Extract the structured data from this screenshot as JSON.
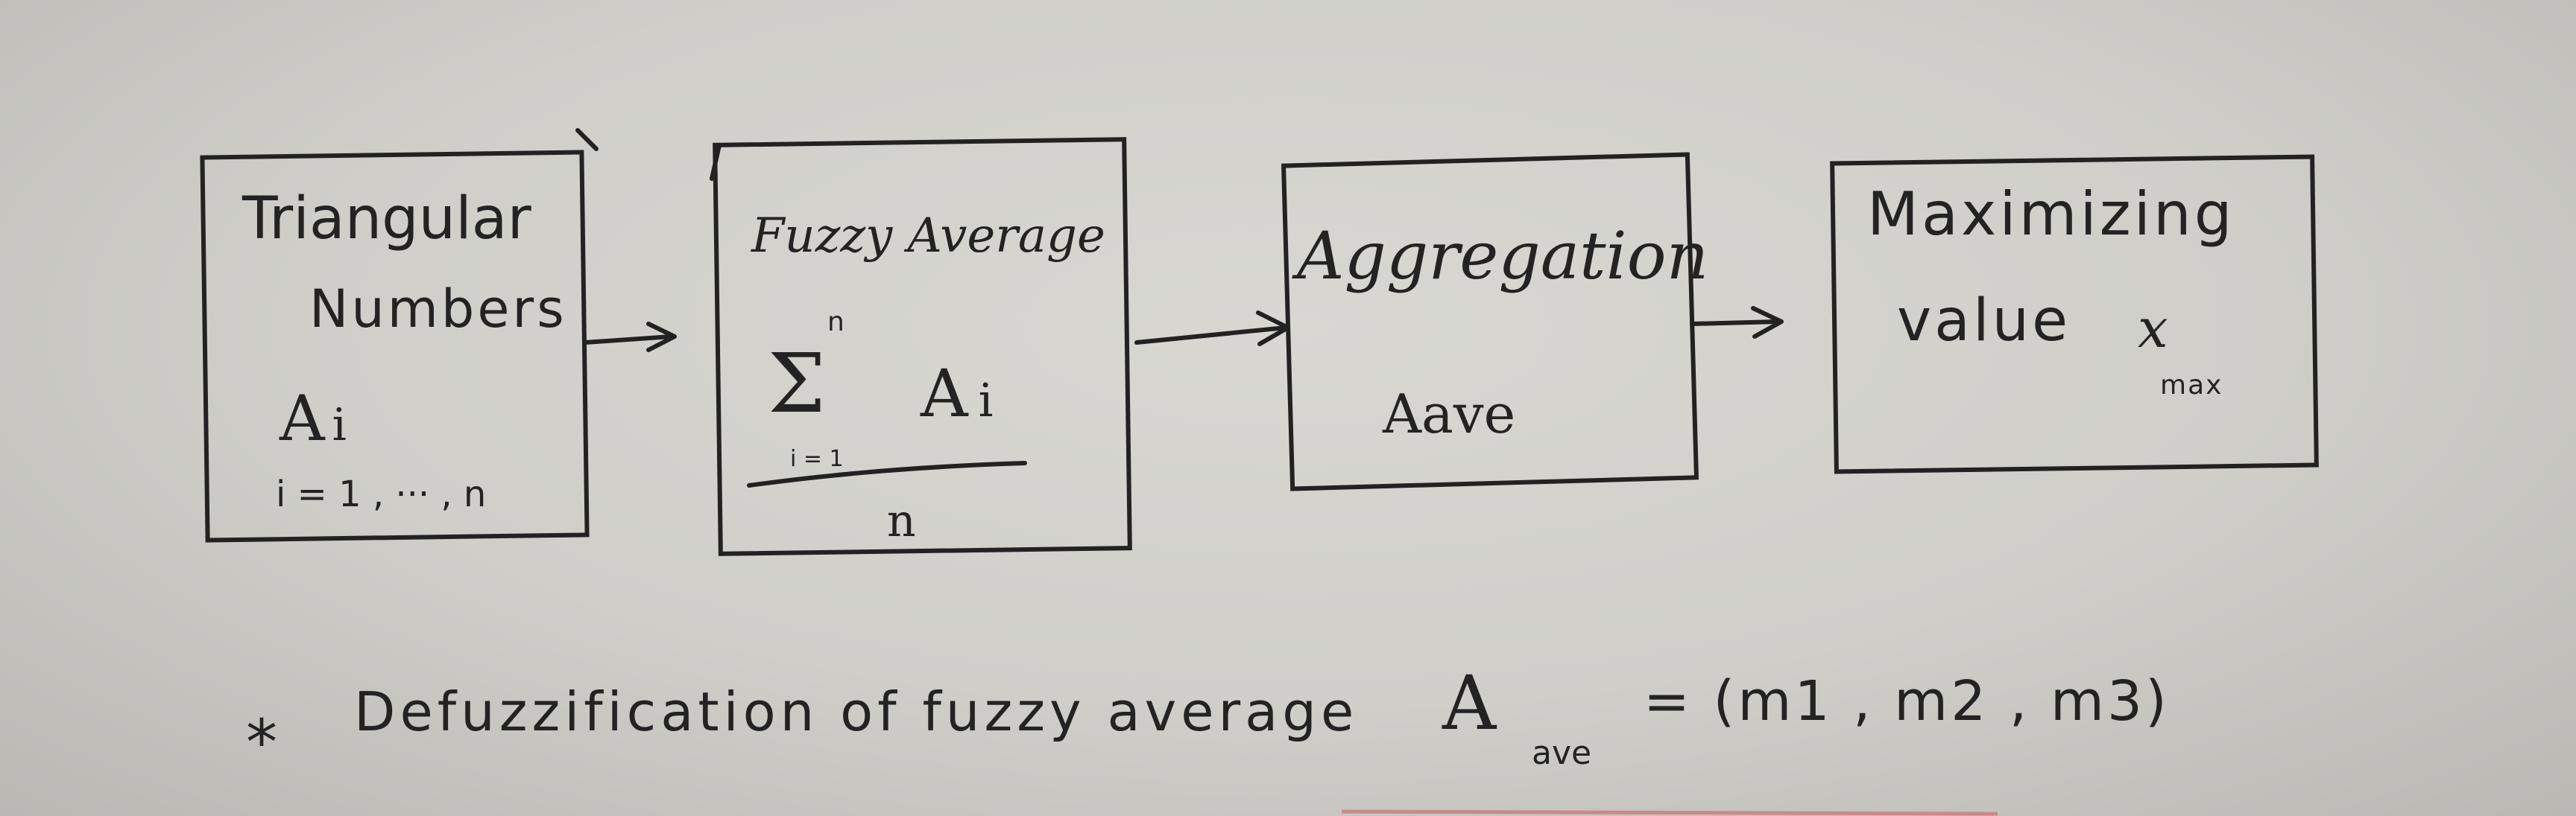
{
  "nodes": [
    {
      "id": "triangular-numbers",
      "title_line1": "Triangular",
      "title_line2": "Numbers",
      "symbol": "A",
      "symbol_sub": "i",
      "range": "i = 1 , ··· , n"
    },
    {
      "id": "fuzzy-average",
      "title": "Fuzzy Average",
      "sum_upper": "n",
      "sum_symbol": "Σ",
      "sum_lower": "i = 1",
      "numerator": "A",
      "numerator_sub": "i",
      "denominator": "n"
    },
    {
      "id": "aggregation",
      "title": "Aggregation",
      "value": "Aave"
    },
    {
      "id": "maximizing-value",
      "title_line1": "Maximizing",
      "title_line2": "value",
      "symbol": "x",
      "symbol_sub": "max"
    }
  ],
  "footnote": {
    "star": "*",
    "text": "Defuzzification of fuzzy average",
    "symbol": "A",
    "symbol_sub": "ave",
    "equals": "= (m1 , m2 , m3)"
  }
}
